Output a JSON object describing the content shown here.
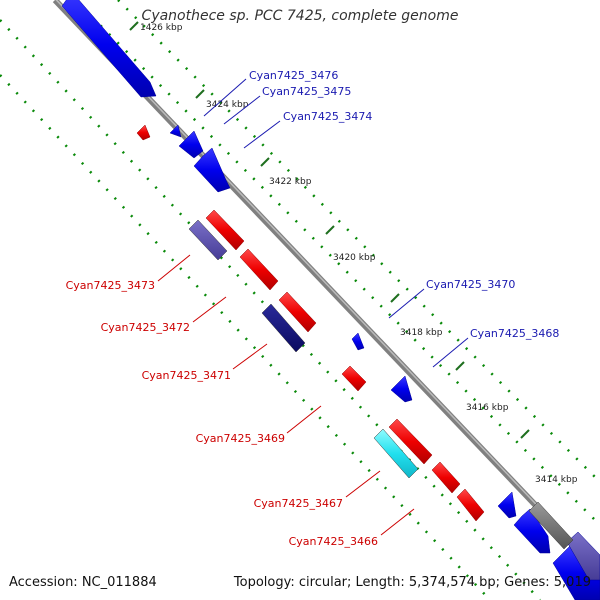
{
  "title": "Cyanothece sp. PCC 7425, complete genome",
  "accession": "Accession: NC_011884",
  "summary": "Topology: circular; Length: 5,374,574 bp; Genes: 5,019",
  "colors": {
    "backbone": "#808080",
    "forward_gene": "#0000ee",
    "reverse_gene": "#ee0000",
    "dotted_track": "#0a8a0a",
    "forward_label": "#1a1ab0",
    "reverse_label": "#cc0000"
  },
  "kbp_ticks": [
    "1426 kbp",
    "3424 kbp",
    "3422 kbp",
    "3420 kbp",
    "3418 kbp",
    "3416 kbp",
    "3414 kbp"
  ],
  "forward_labels": [
    "Cyan7425_3476",
    "Cyan7425_3475",
    "Cyan7425_3474",
    "Cyan7425_3470",
    "Cyan7425_3468"
  ],
  "reverse_labels": [
    "Cyan7425_3473",
    "Cyan7425_3472",
    "Cyan7425_3471",
    "Cyan7425_3469",
    "Cyan7425_3467",
    "Cyan7425_3466"
  ]
}
